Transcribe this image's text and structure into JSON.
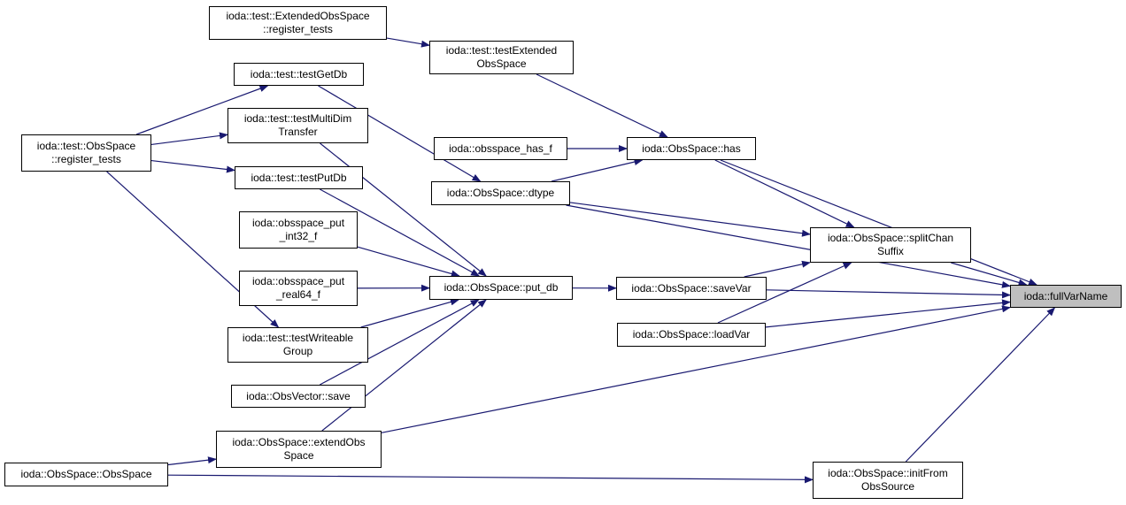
{
  "diagram": {
    "type": "call-graph",
    "edge_color": "#191970",
    "focus_fill": "#bfbfbf",
    "nodes": {
      "extobs_reg": {
        "lines": [
          "ioda::test::ExtendedObsSpace",
          "::register_tests"
        ]
      },
      "test_ext": {
        "lines": [
          "ioda::test::testExtended",
          "ObsSpace"
        ]
      },
      "testgetdb": {
        "lines": [
          "ioda::test::testGetDb"
        ]
      },
      "testmulti": {
        "lines": [
          "ioda::test::testMultiDim",
          "Transfer"
        ]
      },
      "obs_reg": {
        "lines": [
          "ioda::test::ObsSpace",
          "::register_tests"
        ]
      },
      "testputdb": {
        "lines": [
          "ioda::test::testPutDb"
        ]
      },
      "put_int32": {
        "lines": [
          "ioda::obsspace_put",
          "_int32_f"
        ]
      },
      "put_real64": {
        "lines": [
          "ioda::obsspace_put",
          "_real64_f"
        ]
      },
      "testwrite": {
        "lines": [
          "ioda::test::testWriteable",
          "Group"
        ]
      },
      "obsvec_save": {
        "lines": [
          "ioda::ObsVector::save"
        ]
      },
      "extendobs": {
        "lines": [
          "ioda::ObsSpace::extendObs",
          "Space"
        ]
      },
      "obsspace_ctor": {
        "lines": [
          "ioda::ObsSpace::ObsSpace"
        ]
      },
      "has_f": {
        "lines": [
          "ioda::obsspace_has_f"
        ]
      },
      "dtype": {
        "lines": [
          "ioda::ObsSpace::dtype"
        ]
      },
      "put_db": {
        "lines": [
          "ioda::ObsSpace::put_db"
        ]
      },
      "has": {
        "lines": [
          "ioda::ObsSpace::has"
        ]
      },
      "savevar": {
        "lines": [
          "ioda::ObsSpace::saveVar"
        ]
      },
      "loadvar": {
        "lines": [
          "ioda::ObsSpace::loadVar"
        ]
      },
      "splitchan": {
        "lines": [
          "ioda::ObsSpace::splitChan",
          "Suffix"
        ]
      },
      "initfrom": {
        "lines": [
          "ioda::ObsSpace::initFrom",
          "ObsSource"
        ]
      },
      "fullvarname": {
        "lines": [
          "ioda::fullVarName"
        ]
      }
    },
    "edges": [
      [
        "extobs_reg",
        "test_ext"
      ],
      [
        "obs_reg",
        "testgetdb"
      ],
      [
        "obs_reg",
        "testmulti"
      ],
      [
        "obs_reg",
        "testputdb"
      ],
      [
        "obs_reg",
        "testwrite"
      ],
      [
        "testgetdb",
        "dtype"
      ],
      [
        "testmulti",
        "put_db"
      ],
      [
        "testputdb",
        "put_db"
      ],
      [
        "put_int32",
        "put_db"
      ],
      [
        "put_real64",
        "put_db"
      ],
      [
        "testwrite",
        "put_db"
      ],
      [
        "obsvec_save",
        "put_db"
      ],
      [
        "extendobs",
        "put_db"
      ],
      [
        "obsspace_ctor",
        "extendobs"
      ],
      [
        "obsspace_ctor",
        "initfrom"
      ],
      [
        "test_ext",
        "has"
      ],
      [
        "has_f",
        "has"
      ],
      [
        "dtype",
        "has"
      ],
      [
        "dtype",
        "splitchan"
      ],
      [
        "dtype",
        "fullvarname"
      ],
      [
        "put_db",
        "savevar"
      ],
      [
        "has",
        "splitchan"
      ],
      [
        "has",
        "fullvarname"
      ],
      [
        "savevar",
        "splitchan"
      ],
      [
        "savevar",
        "fullvarname"
      ],
      [
        "loadvar",
        "splitchan"
      ],
      [
        "loadvar",
        "fullvarname"
      ],
      [
        "splitchan",
        "fullvarname"
      ],
      [
        "extendobs",
        "fullvarname"
      ],
      [
        "initfrom",
        "fullvarname"
      ]
    ]
  }
}
